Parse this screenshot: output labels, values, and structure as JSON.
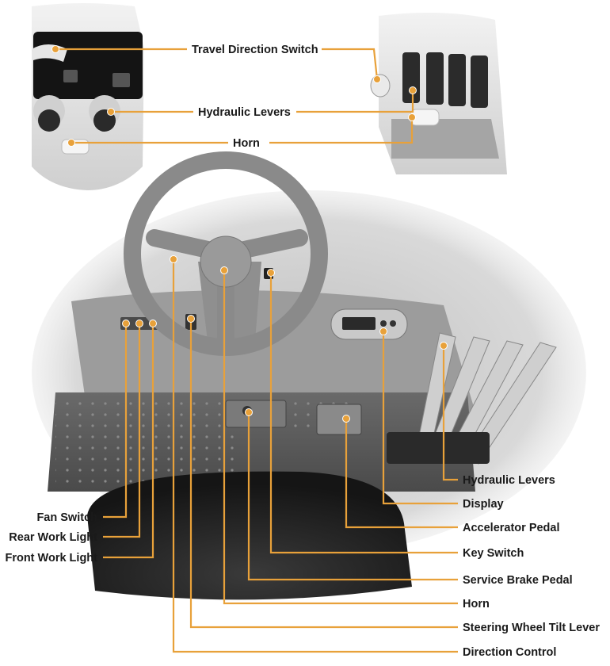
{
  "accent_color": "#e8a13a",
  "top_labels": {
    "travel_direction_switch": "Travel Direction Switch",
    "hydraulic_levers": "Hydraulic Levers",
    "horn": "Horn"
  },
  "right_labels": [
    "Hydraulic Levers",
    "Display",
    "Accelerator Pedal",
    "Key Switch",
    "Service Brake Pedal",
    "Horn",
    "Steering Wheel Tilt Lever",
    "Direction Control"
  ],
  "left_labels": [
    "Fan Switch",
    "Rear Work Light",
    "Front Work Light"
  ]
}
